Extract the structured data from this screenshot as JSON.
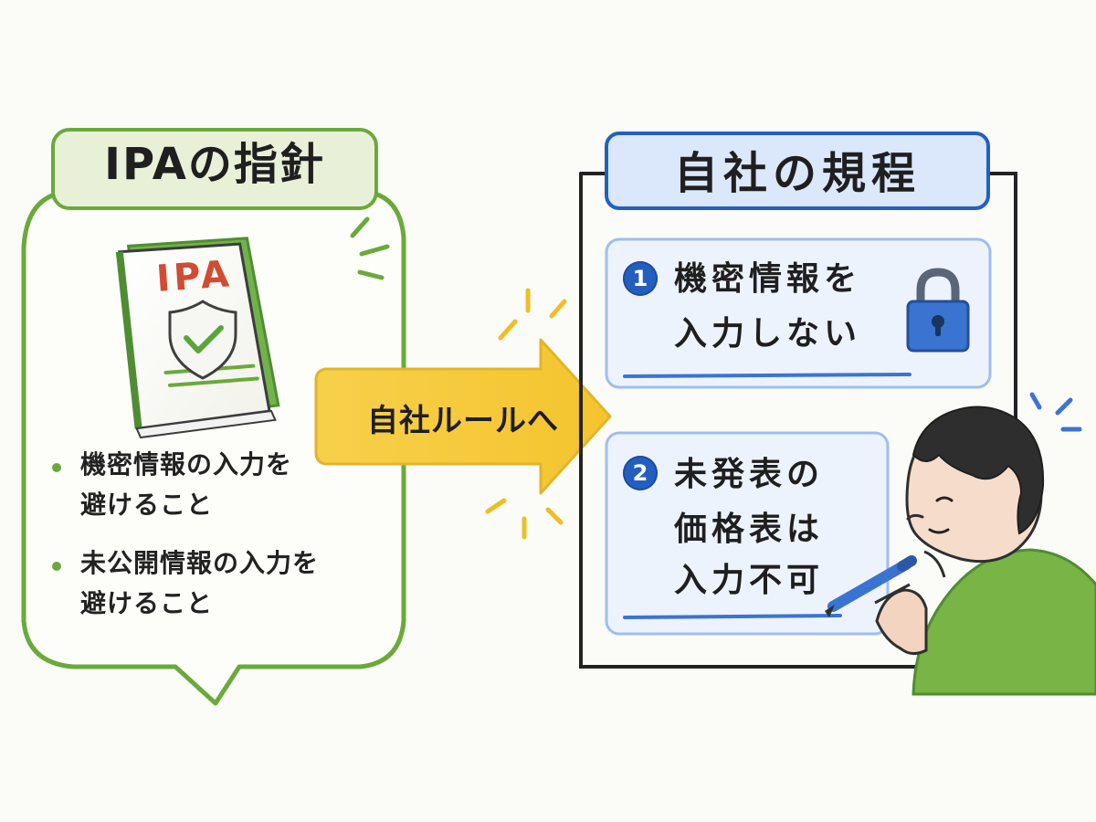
{
  "left_panel": {
    "title": "IPAの指針",
    "book_label": "IPA",
    "bullet_1_line_1": "機密情報の入力を",
    "bullet_1_line_2": "避けること",
    "bullet_2_line_1": "未公開情報の入力を",
    "bullet_2_line_2": "避けること"
  },
  "arrow": {
    "label": "自社ルールへ"
  },
  "right_panel": {
    "title": "自社の規程",
    "rule_1_number": "1",
    "rule_1_line_1": "機密情報を",
    "rule_1_line_2": "入力しない",
    "rule_2_number": "2",
    "rule_2_line_1": "未発表の",
    "rule_2_line_2": "価格表は",
    "rule_2_line_3": "入力不可"
  },
  "colors": {
    "green": "#6aa93b",
    "green_light": "#eaf1d8",
    "blue": "#245fc0",
    "blue_light": "#dce8fb",
    "yellow": "#f6cb3d",
    "red": "#d24b33",
    "ink": "#1f1f1f"
  },
  "icons": {
    "book": "book-icon",
    "shield": "shield-check-icon",
    "lock": "padlock-icon",
    "person": "person-writing-icon",
    "pen": "pen-icon"
  }
}
